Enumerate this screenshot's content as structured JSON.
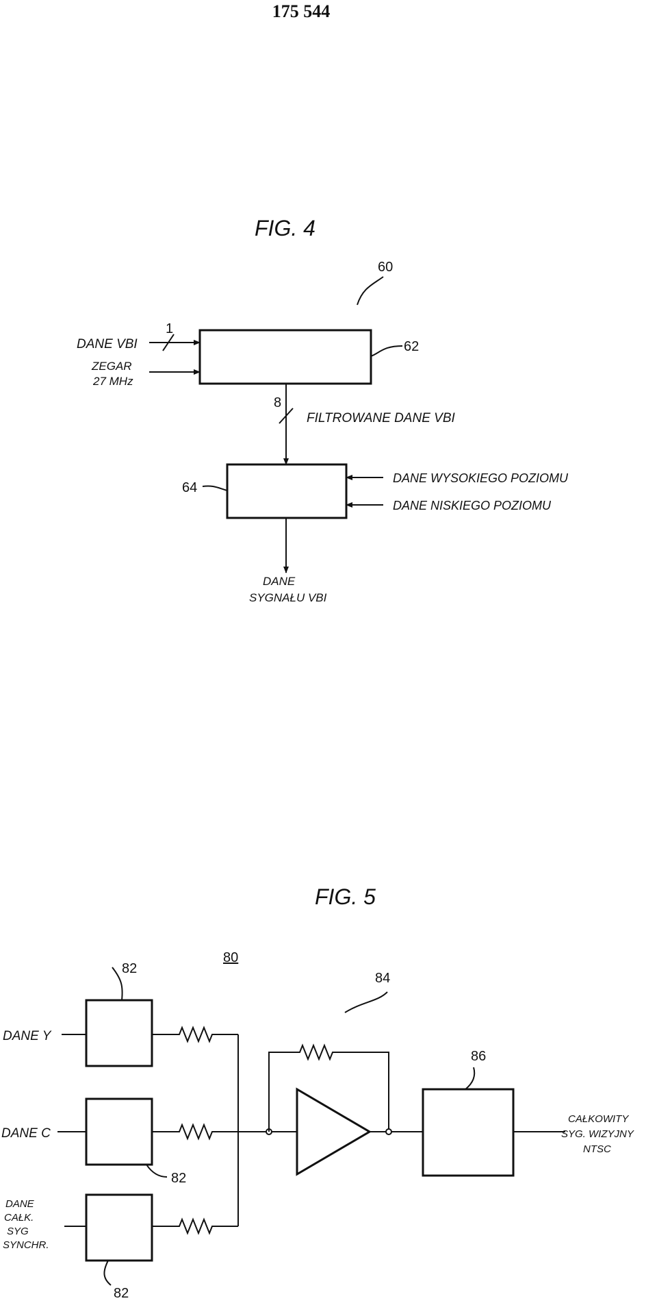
{
  "page_number": "175 544",
  "fig4": {
    "title": "FIG. 4",
    "ref_60": "60",
    "ref_62": "62",
    "ref_64": "64",
    "bus_width_1": "1",
    "bus_width_8": "8",
    "input_vbi": "DANE VBI",
    "clock_line1": "ZEGAR",
    "clock_line2": "27 MHz",
    "filtered": "FILTROWANE DANE VBI",
    "high_level": "DANE WYSOKIEGO POZIOMU",
    "low_level": "DANE NISKIEGO POZIOMU",
    "output_line1": "DANE",
    "output_line2": "SYGNAŁU VBI"
  },
  "fig5": {
    "title": "FIG. 5",
    "ref_80": "80",
    "ref_82": "82",
    "ref_84": "84",
    "ref_86": "86",
    "input_y": "DANE Y",
    "input_c": "DANE C",
    "input_sync": [
      "DANE",
      "CAŁK.",
      "SYG",
      "SYNCHR."
    ],
    "output": [
      "CAŁKOWITY",
      "SYG. WIZYJNY",
      "NTSC"
    ]
  }
}
